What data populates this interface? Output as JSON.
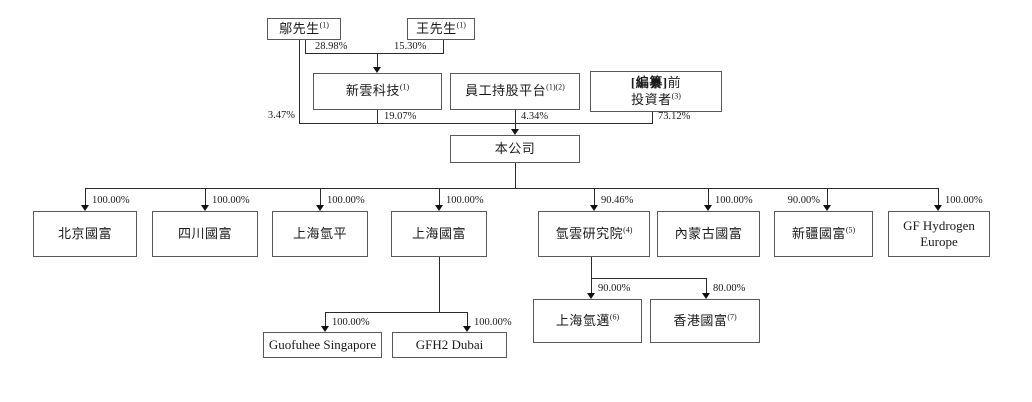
{
  "colors": {
    "background": "#ffffff",
    "box_border": "#58595b",
    "line": "#2b2b2b",
    "text": "#1a1a1a"
  },
  "nodes": {
    "wu": {
      "label": "鄔先生",
      "sup": "(1)"
    },
    "wang": {
      "label": "王先生",
      "sup": "(1)"
    },
    "xinyun": {
      "label": "新雲科技",
      "sup": "(1)"
    },
    "esop": {
      "label": "員工持股平台",
      "sup": "(1)(2)"
    },
    "preipo": {
      "bracket": "[編纂]",
      "line1_rest": "前",
      "line2": "投資者",
      "sup": "(3)"
    },
    "company": {
      "label": "本公司"
    },
    "beijing": {
      "label": "北京國富"
    },
    "sichuan": {
      "label": "四川國富"
    },
    "qingping": {
      "label": "上海氫平"
    },
    "shanghaigf": {
      "label": "上海國富"
    },
    "qingyun": {
      "label": "氫雲研究院",
      "sup": "(4)"
    },
    "neimenggu": {
      "label": "內蒙古國富"
    },
    "xinjiang": {
      "label": "新疆國富",
      "sup": "(5)"
    },
    "gfeurope": {
      "label": "GF Hydrogen Europe"
    },
    "singapore": {
      "label": "Guofuhee Singapore"
    },
    "dubai": {
      "label": "GFH2 Dubai"
    },
    "qingmai": {
      "label": "上海氫邁",
      "sup": "(6)"
    },
    "hongkong": {
      "label": "香港國富",
      "sup": "(7)"
    }
  },
  "pct": {
    "wu_to_xinyun": "28.98%",
    "wang_to_xinyun": "15.30%",
    "wu_to_company": "3.47%",
    "xinyun_to_company": "19.07%",
    "esop_to_company": "4.34%",
    "preipo_to_company": "73.12%",
    "to_beijing": "100.00%",
    "to_sichuan": "100.00%",
    "to_qingping": "100.00%",
    "to_shanghaigf": "100.00%",
    "to_qingyun": "90.46%",
    "to_neimenggu": "100.00%",
    "to_xinjiang": "90.00%",
    "to_gfeurope": "100.00%",
    "to_singapore": "100.00%",
    "to_dubai": "100.00%",
    "to_qingmai": "90.00%",
    "to_hongkong": "80.00%"
  }
}
